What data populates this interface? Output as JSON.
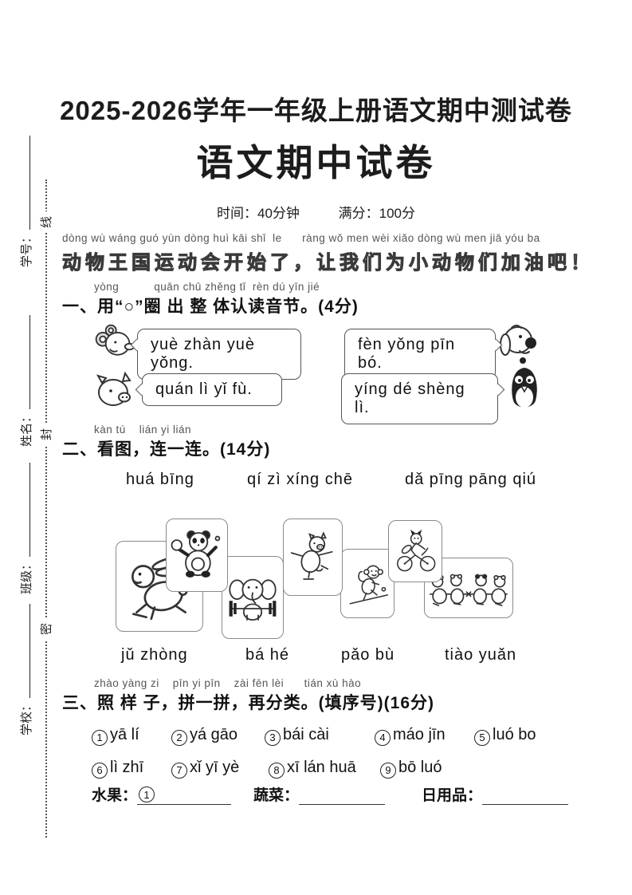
{
  "header": {
    "exam_title": "2025-2026学年一年级上册语文期中测试卷",
    "paper_title": "语文期中试卷",
    "time_label": "时间：40分钟",
    "score_label": "满分：100分"
  },
  "sidebar": {
    "seal_chars": [
      "线",
      "封",
      "密"
    ],
    "fields": [
      {
        "label": "学号："
      },
      {
        "label": "姓名："
      },
      {
        "label": "班级："
      },
      {
        "label": "学校："
      }
    ]
  },
  "intro": {
    "pinyin": "dòng wù wáng guó yùn dòng huì kāi shǐ  le      ràng wǒ men wèi xiǎo dòng wù men jiā yóu ba",
    "hanzi": "动物王国运动会开始了，让我们为小动物们加油吧！"
  },
  "section_one": {
    "pinyin_part1": "yòng",
    "pinyin_part2": "quān chū zhěng tǐ  rèn dú yīn jié",
    "title": "一、用“○”圈 出 整 体认读音节。(4分)",
    "bubbles": [
      {
        "animal": "ram",
        "text": "yuè zhàn yuè yǒng."
      },
      {
        "animal": "dog",
        "text": "fèn yǒng pīn bó."
      },
      {
        "animal": "pig",
        "text": "quán lì yǐ fù."
      },
      {
        "animal": "penguin",
        "text": "yíng dé shèng lì."
      }
    ]
  },
  "section_two": {
    "pinyin": "kàn tú    lián yi lián",
    "title": "二、看图，连一连。(14分)",
    "words_top": [
      "huá bīng",
      "qí zì xíng chē",
      "dǎ pīng pāng qiú"
    ],
    "words_bottom": [
      "jǔ zhòng",
      "bá hé",
      "pǎo bù",
      "tiào yuǎn"
    ],
    "images": [
      "rabbit-running",
      "panda-table-tennis",
      "elephant-weightlifting",
      "pig-ice-skating",
      "monkey-running",
      "fox-cycling",
      "bears-tug-of-war"
    ]
  },
  "section_three": {
    "pinyin": "zhào yàng zi    pīn yi pīn    zài fēn lèi      tián xù hào",
    "title": "三、照 样 子，拼一拼，再分类。(填序号)(16分)",
    "items": [
      {
        "num": "1",
        "text": "yā lí"
      },
      {
        "num": "2",
        "text": "yá gāo"
      },
      {
        "num": "3",
        "text": "bái cài"
      },
      {
        "num": "4",
        "text": "máo jīn"
      },
      {
        "num": "5",
        "text": "luó bo"
      },
      {
        "num": "6",
        "text": "lì zhī"
      },
      {
        "num": "7",
        "text": "xǐ yī yè"
      },
      {
        "num": "8",
        "text": "xī lán huā"
      },
      {
        "num": "9",
        "text": "bō luó"
      }
    ],
    "answers": [
      {
        "label": "水果：",
        "example_num": "1"
      },
      {
        "label": "蔬菜：",
        "example_num": ""
      },
      {
        "label": "日用品：",
        "example_num": ""
      }
    ]
  }
}
